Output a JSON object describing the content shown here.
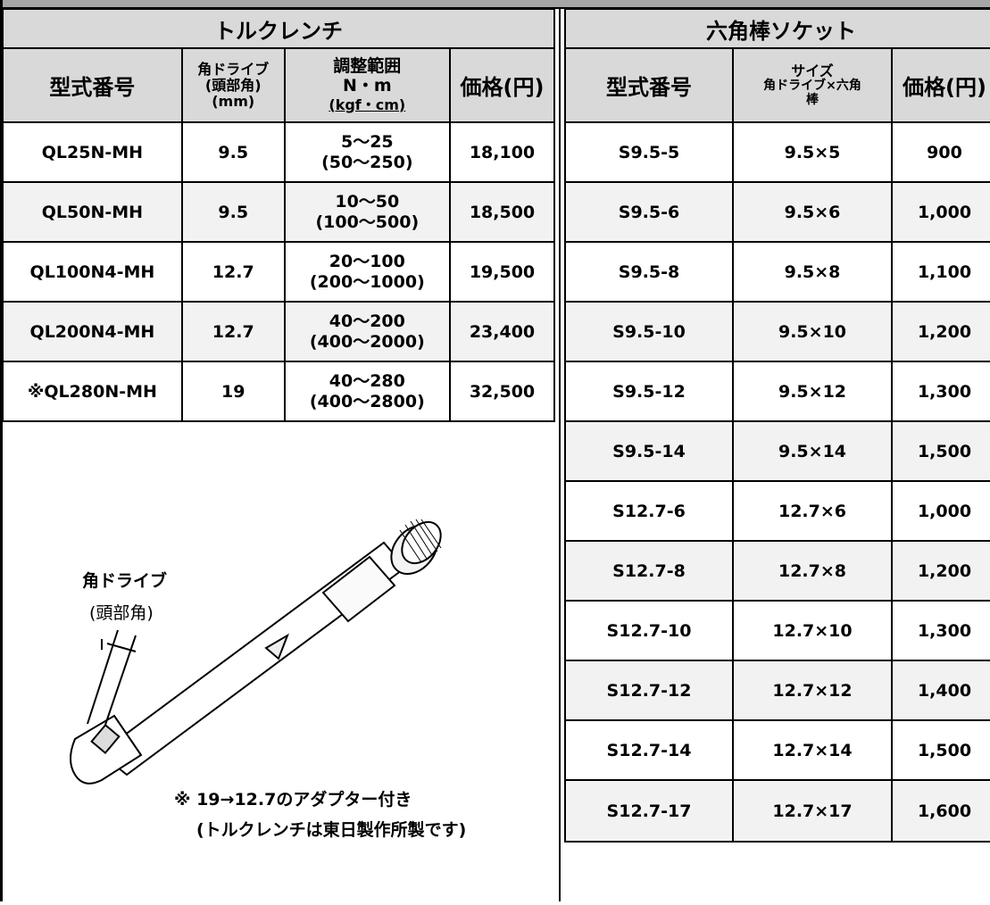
{
  "torque_wrench": {
    "title": "トルクレンチ",
    "headers": {
      "model": "型式番号",
      "drive_l1": "角ドライブ",
      "drive_l2": "(頭部角)",
      "drive_l3": "(mm)",
      "range_l1": "調整範囲",
      "range_l2": "N・m",
      "range_l3": "(kgf・cm)",
      "price": "価格(円)"
    },
    "rows": [
      {
        "model": "QL25N-MH",
        "drive": "9.5",
        "range_nm": "5〜25",
        "range_kgf": "(50〜250)",
        "price": "18,100"
      },
      {
        "model": "QL50N-MH",
        "drive": "9.5",
        "range_nm": "10〜50",
        "range_kgf": "(100〜500)",
        "price": "18,500"
      },
      {
        "model": "QL100N4-MH",
        "drive": "12.7",
        "range_nm": "20〜100",
        "range_kgf": "(200〜1000)",
        "price": "19,500"
      },
      {
        "model": "QL200N4-MH",
        "drive": "12.7",
        "range_nm": "40〜200",
        "range_kgf": "(400〜2000)",
        "price": "23,400"
      },
      {
        "model": "※QL280N-MH",
        "drive": "19",
        "range_nm": "40〜280",
        "range_kgf": "(400〜2800)",
        "price": "32,500"
      }
    ]
  },
  "hex_socket": {
    "title": "六角棒ソケット",
    "headers": {
      "model": "型式番号",
      "size_l1": "サイズ",
      "size_l2": "角ドライブ×六角",
      "size_l3": "棒",
      "price": "価格(円)"
    },
    "rows": [
      {
        "model": "S9.5-5",
        "size": "9.5×5",
        "price": "900"
      },
      {
        "model": "S9.5-6",
        "size": "9.5×6",
        "price": "1,000"
      },
      {
        "model": "S9.5-8",
        "size": "9.5×8",
        "price": "1,100"
      },
      {
        "model": "S9.5-10",
        "size": "9.5×10",
        "price": "1,200"
      },
      {
        "model": "S9.5-12",
        "size": "9.5×12",
        "price": "1,300"
      },
      {
        "model": "S9.5-14",
        "size": "9.5×14",
        "price": "1,500"
      },
      {
        "model": "S12.7-6",
        "size": "12.7×6",
        "price": "1,000"
      },
      {
        "model": "S12.7-8",
        "size": "12.7×8",
        "price": "1,200"
      },
      {
        "model": "S12.7-10",
        "size": "12.7×10",
        "price": "1,300"
      },
      {
        "model": "S12.7-12",
        "size": "12.7×12",
        "price": "1,400"
      },
      {
        "model": "S12.7-14",
        "size": "12.7×14",
        "price": "1,500"
      },
      {
        "model": "S12.7-17",
        "size": "12.7×17",
        "price": "1,600"
      }
    ]
  },
  "illustration": {
    "drive_label": "角ドライブ",
    "head_label": "(頭部角)",
    "note_line1": "※ 19→12.7のアダプター付き",
    "note_line2": "(トルクレンチは東日製作所製です)"
  }
}
